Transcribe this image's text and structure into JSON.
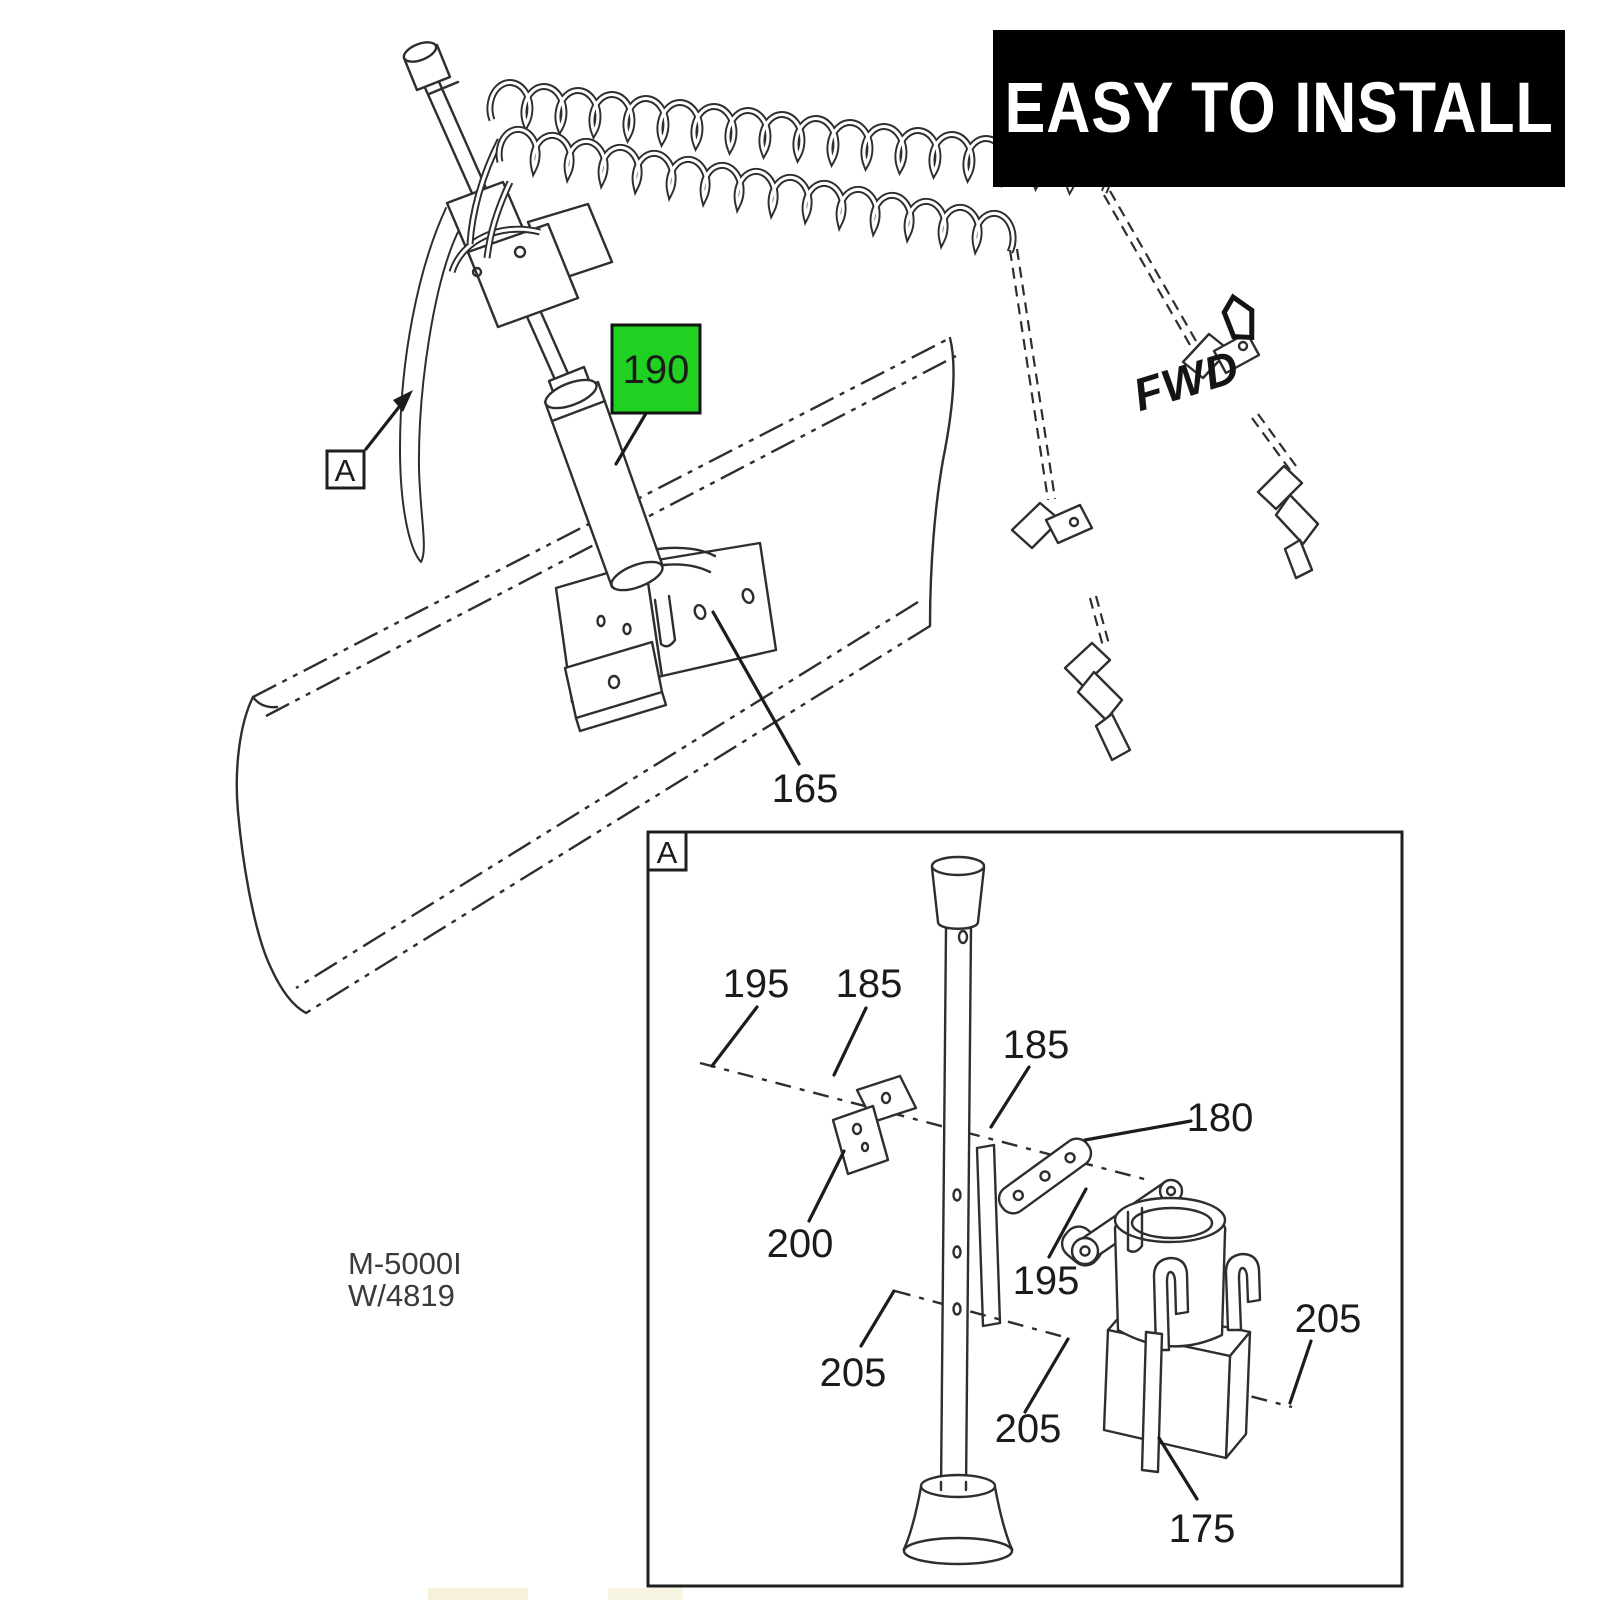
{
  "banner": {
    "text": "EASY TO INSTALL",
    "background": "#000000",
    "text_color": "#ffffff"
  },
  "colors": {
    "highlight_green": "#21d121",
    "line": "#2e2e2e"
  },
  "main_view": {
    "marker": "A",
    "fwd_label": "FWD",
    "highlighted_part": {
      "number": "190"
    },
    "part_165": "165",
    "note_line1": "M-5000I",
    "note_line2": "W/4819"
  },
  "detail_view": {
    "marker": "A",
    "labels": [
      {
        "text": "195"
      },
      {
        "text": "185"
      },
      {
        "text": "185"
      },
      {
        "text": "180"
      },
      {
        "text": "200"
      },
      {
        "text": "195"
      },
      {
        "text": "205"
      },
      {
        "text": "205"
      },
      {
        "text": "205"
      },
      {
        "text": "175"
      }
    ]
  }
}
